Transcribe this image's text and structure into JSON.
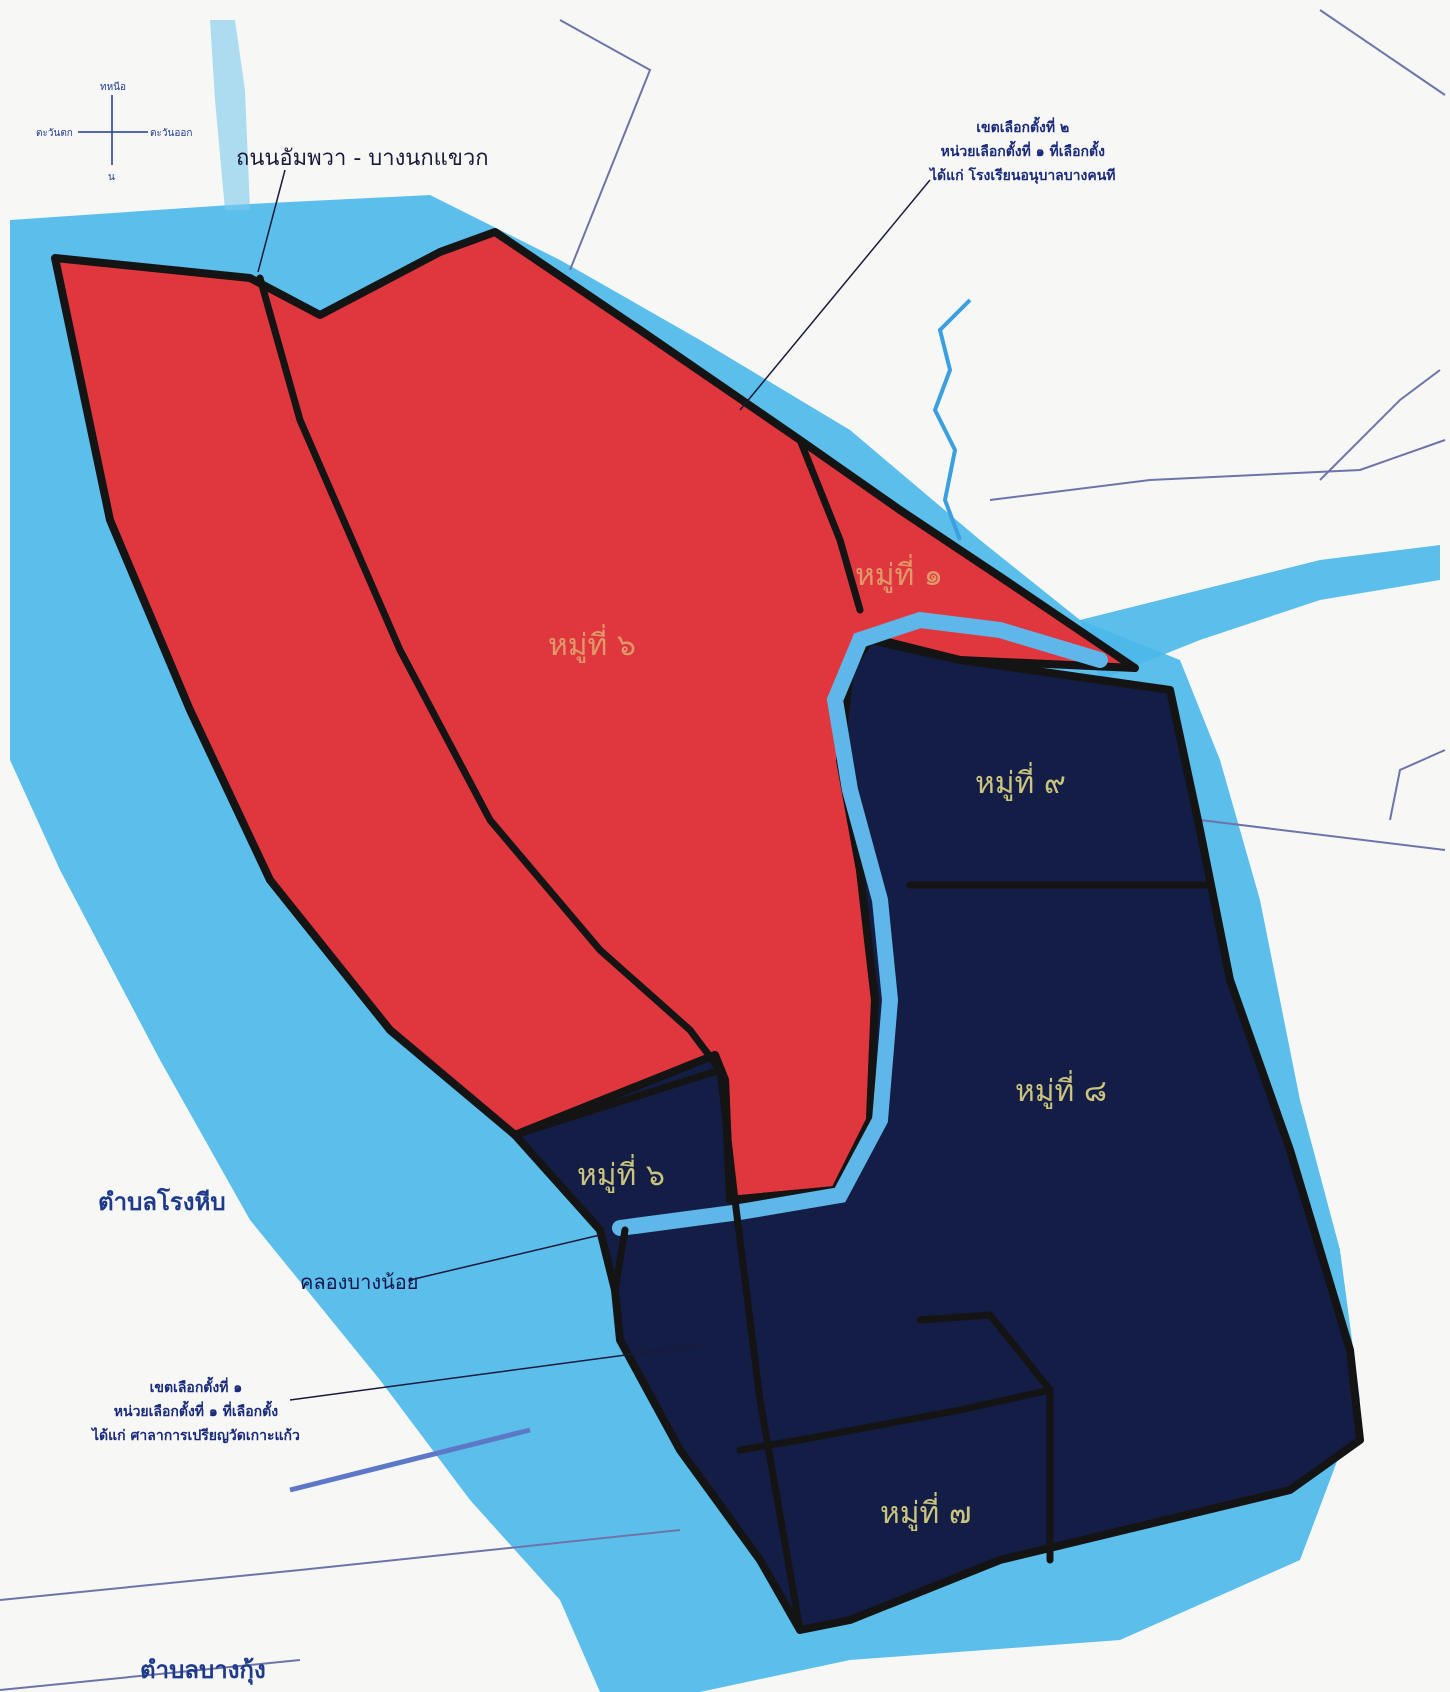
{
  "compass": {
    "north": "ทหนือ",
    "east": "ตะวันออก",
    "west": "ตะวันตก",
    "south": "น"
  },
  "labels": {
    "road": "ถนนอัมพวา - บางนกแขวก",
    "district_2": {
      "line1": "เขตเลือกตั้งที่ ๒",
      "line2": "หน่วยเลือกตั้งที่ ๑ ที่เลือกตั้ง",
      "line3": "ได้แก่ โรงเรียนอนุบาลบางคนที"
    },
    "district_1": {
      "line1": "เขตเลือกตั้งที่ ๑",
      "line2": "หน่วยเลือกตั้งที่ ๑ ที่เลือกตั้ง",
      "line3": "ได้แก่ ศาลาการเปรียญวัดเกาะแก้ว"
    },
    "canal": "คลองบางน้อย",
    "tambon_west": "ตำบลโรงหีบ",
    "tambon_south": "ตำบลบางกุ้ง"
  },
  "villages": [
    {
      "label": "หมู่ที่ ๖",
      "district": "red"
    },
    {
      "label": "หมู่ที่ ๑",
      "district": "red"
    },
    {
      "label": "หมู่ที่ ๙",
      "district": "blue"
    },
    {
      "label": "หมู่ที่ ๘",
      "district": "blue"
    },
    {
      "label": "หมู่ที่ ๖",
      "district": "blue"
    },
    {
      "label": "หมู่ที่ ๗",
      "district": "blue"
    }
  ],
  "colors": {
    "district_red": "#e0363e",
    "district_blue": "#141d45",
    "river": "#4ab8ea",
    "boundary": "#141414",
    "background": "#f7f8f6"
  }
}
